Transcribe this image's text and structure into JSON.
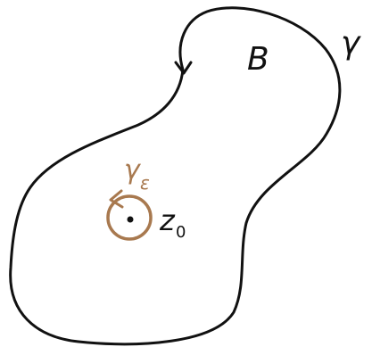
{
  "labels": {
    "region": "B",
    "outer_curve": "γ",
    "small_circle": "γ",
    "small_circle_subscript": "ε",
    "point": "z",
    "point_subscript": "0"
  },
  "colors": {
    "ink": "#111111",
    "small_circle": "#a8794f",
    "background": "#ffffff"
  }
}
